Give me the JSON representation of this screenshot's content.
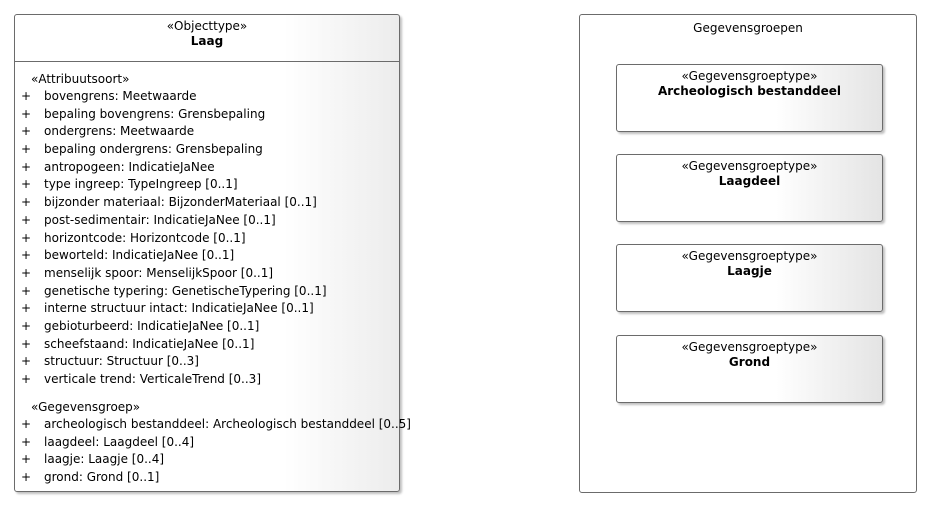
{
  "class_box": {
    "stereotype": "«Objecttype»",
    "name": "Laag",
    "attributes_header": "«Attribuutsoort»",
    "attributes": [
      "bovengrens: Meetwaarde",
      "bepaling bovengrens: Grensbepaling",
      "ondergrens: Meetwaarde",
      "bepaling ondergrens: Grensbepaling",
      "antropogeen: IndicatieJaNee",
      "type ingreep: TypeIngreep [0..1]",
      "bijzonder materiaal: BijzonderMateriaal [0..1]",
      "post-sedimentair: IndicatieJaNee [0..1]",
      "horizontcode: Horizontcode [0..1]",
      "beworteld: IndicatieJaNee [0..1]",
      "menselijk spoor: MenselijkSpoor [0..1]",
      "genetische typering: GenetischeTypering [0..1]",
      "interne structuur intact: IndicatieJaNee [0..1]",
      "gebioturbeerd: IndicatieJaNee [0..1]",
      "scheefstaand: IndicatieJaNee [0..1]",
      "structuur: Structuur [0..3]",
      "verticale trend: VerticaleTrend [0..3]"
    ],
    "groups_header": "«Gegevensgroep»",
    "groups": [
      "archeologisch bestanddeel: Archeologisch bestanddeel [0..5]",
      "laagdeel: Laagdeel [0..4]",
      "laagje: Laagje [0..4]",
      "grond: Grond [0..1]"
    ],
    "visibility_marker": "+"
  },
  "package": {
    "title": "Gegevensgroepen",
    "boxes": [
      {
        "stereotype": "«Gegevensgroeptype»",
        "name": "Archeologisch bestanddeel"
      },
      {
        "stereotype": "«Gegevensgroeptype»",
        "name": "Laagdeel"
      },
      {
        "stereotype": "«Gegevensgroeptype»",
        "name": "Laagje"
      },
      {
        "stereotype": "«Gegevensgroeptype»",
        "name": "Grond"
      }
    ]
  }
}
